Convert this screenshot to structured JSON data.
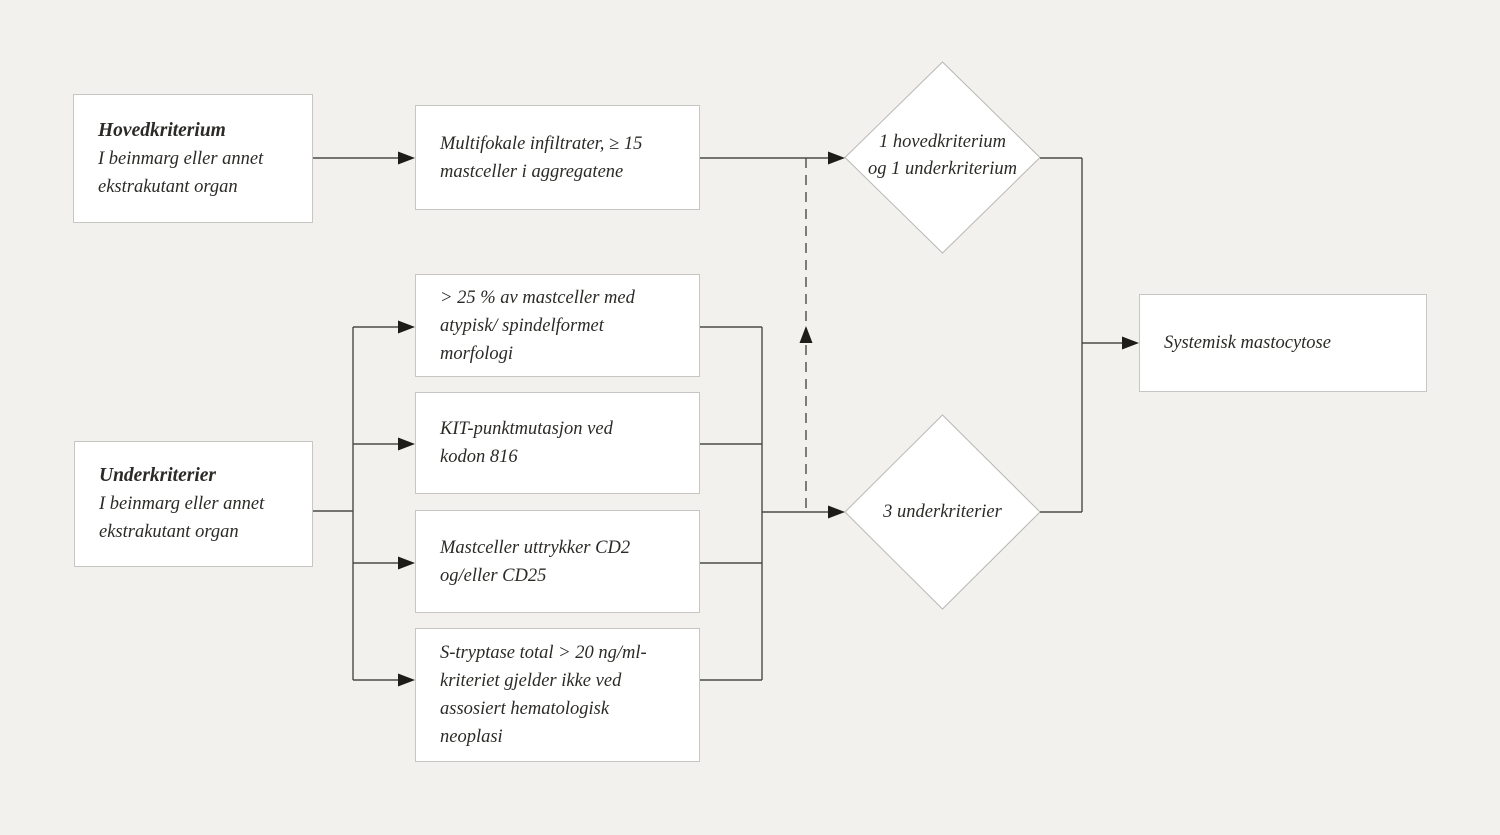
{
  "diagram": {
    "language": "Norwegian",
    "topic": "Diagnostic criteria flowchart for systemic mastocytosis"
  },
  "colors": {
    "background": "#f2f1ee",
    "node_fill": "#ffffff",
    "node_border": "#c7c6c2",
    "diamond_border": "#b9b8b4",
    "connector_line": "#4b4a46",
    "arrowhead": "#1d1c19",
    "text": "#2b2a26"
  },
  "nodes": {
    "hovedkriterium": {
      "title": "Hovedkriterium",
      "body": "I beinmarg eller annet\nekstrakutant organ"
    },
    "multifokale": {
      "body": "Multifokale infiltrater, ≥ 15\nmastceller i aggregatene"
    },
    "underkriterier": {
      "title": "Underkriterier",
      "body": "I beinmarg eller annet\nekstrakutant organ"
    },
    "krit1": {
      "body": "> 25 % av mastceller med\natypisk/ spindelformet\nmorfologi"
    },
    "krit2": {
      "body": "KIT-punktmutasjon ved\nkodon 816"
    },
    "krit3": {
      "body": "Mastceller uttrykker CD2\nog/eller CD25"
    },
    "krit4": {
      "body": "S-tryptase total > 20 ng/ml-\nkriteriet gjelder ikke ved\nassosiert hematologisk\nneoplasi"
    },
    "decision_main": {
      "body": "1 hovedkriterium\nog 1 underkriterium"
    },
    "decision_minor": {
      "body": "3 underkriterier"
    },
    "result": {
      "body": "Systemisk mastocytose"
    }
  }
}
